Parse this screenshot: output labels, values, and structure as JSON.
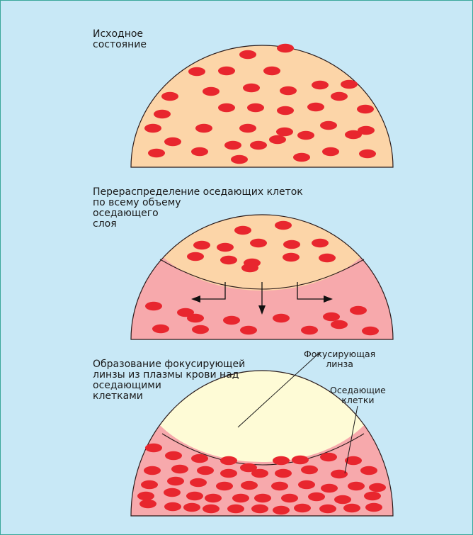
{
  "panels": [
    {
      "caption": "Исходное\nсостояние"
    },
    {
      "caption": "Перераспределение оседающих клеток\nпо всему объему\nоседающего\nслоя"
    },
    {
      "caption": "Образование фокусирующей\nлинзы из плазмы крови над\nоседающими\nклетками"
    }
  ],
  "labels": {
    "lens": "Фокусирующая\nлинза",
    "cells": "Оседающие\nклетки"
  },
  "colors": {
    "background": "#c8e8f6",
    "border": "#3aa79a",
    "cell": "#e8262e",
    "plasma_light": "#fcd5a8",
    "sediment_pink": "#f7a9ac",
    "lens": "#fefbd6",
    "outline": "#2a1a1a"
  }
}
